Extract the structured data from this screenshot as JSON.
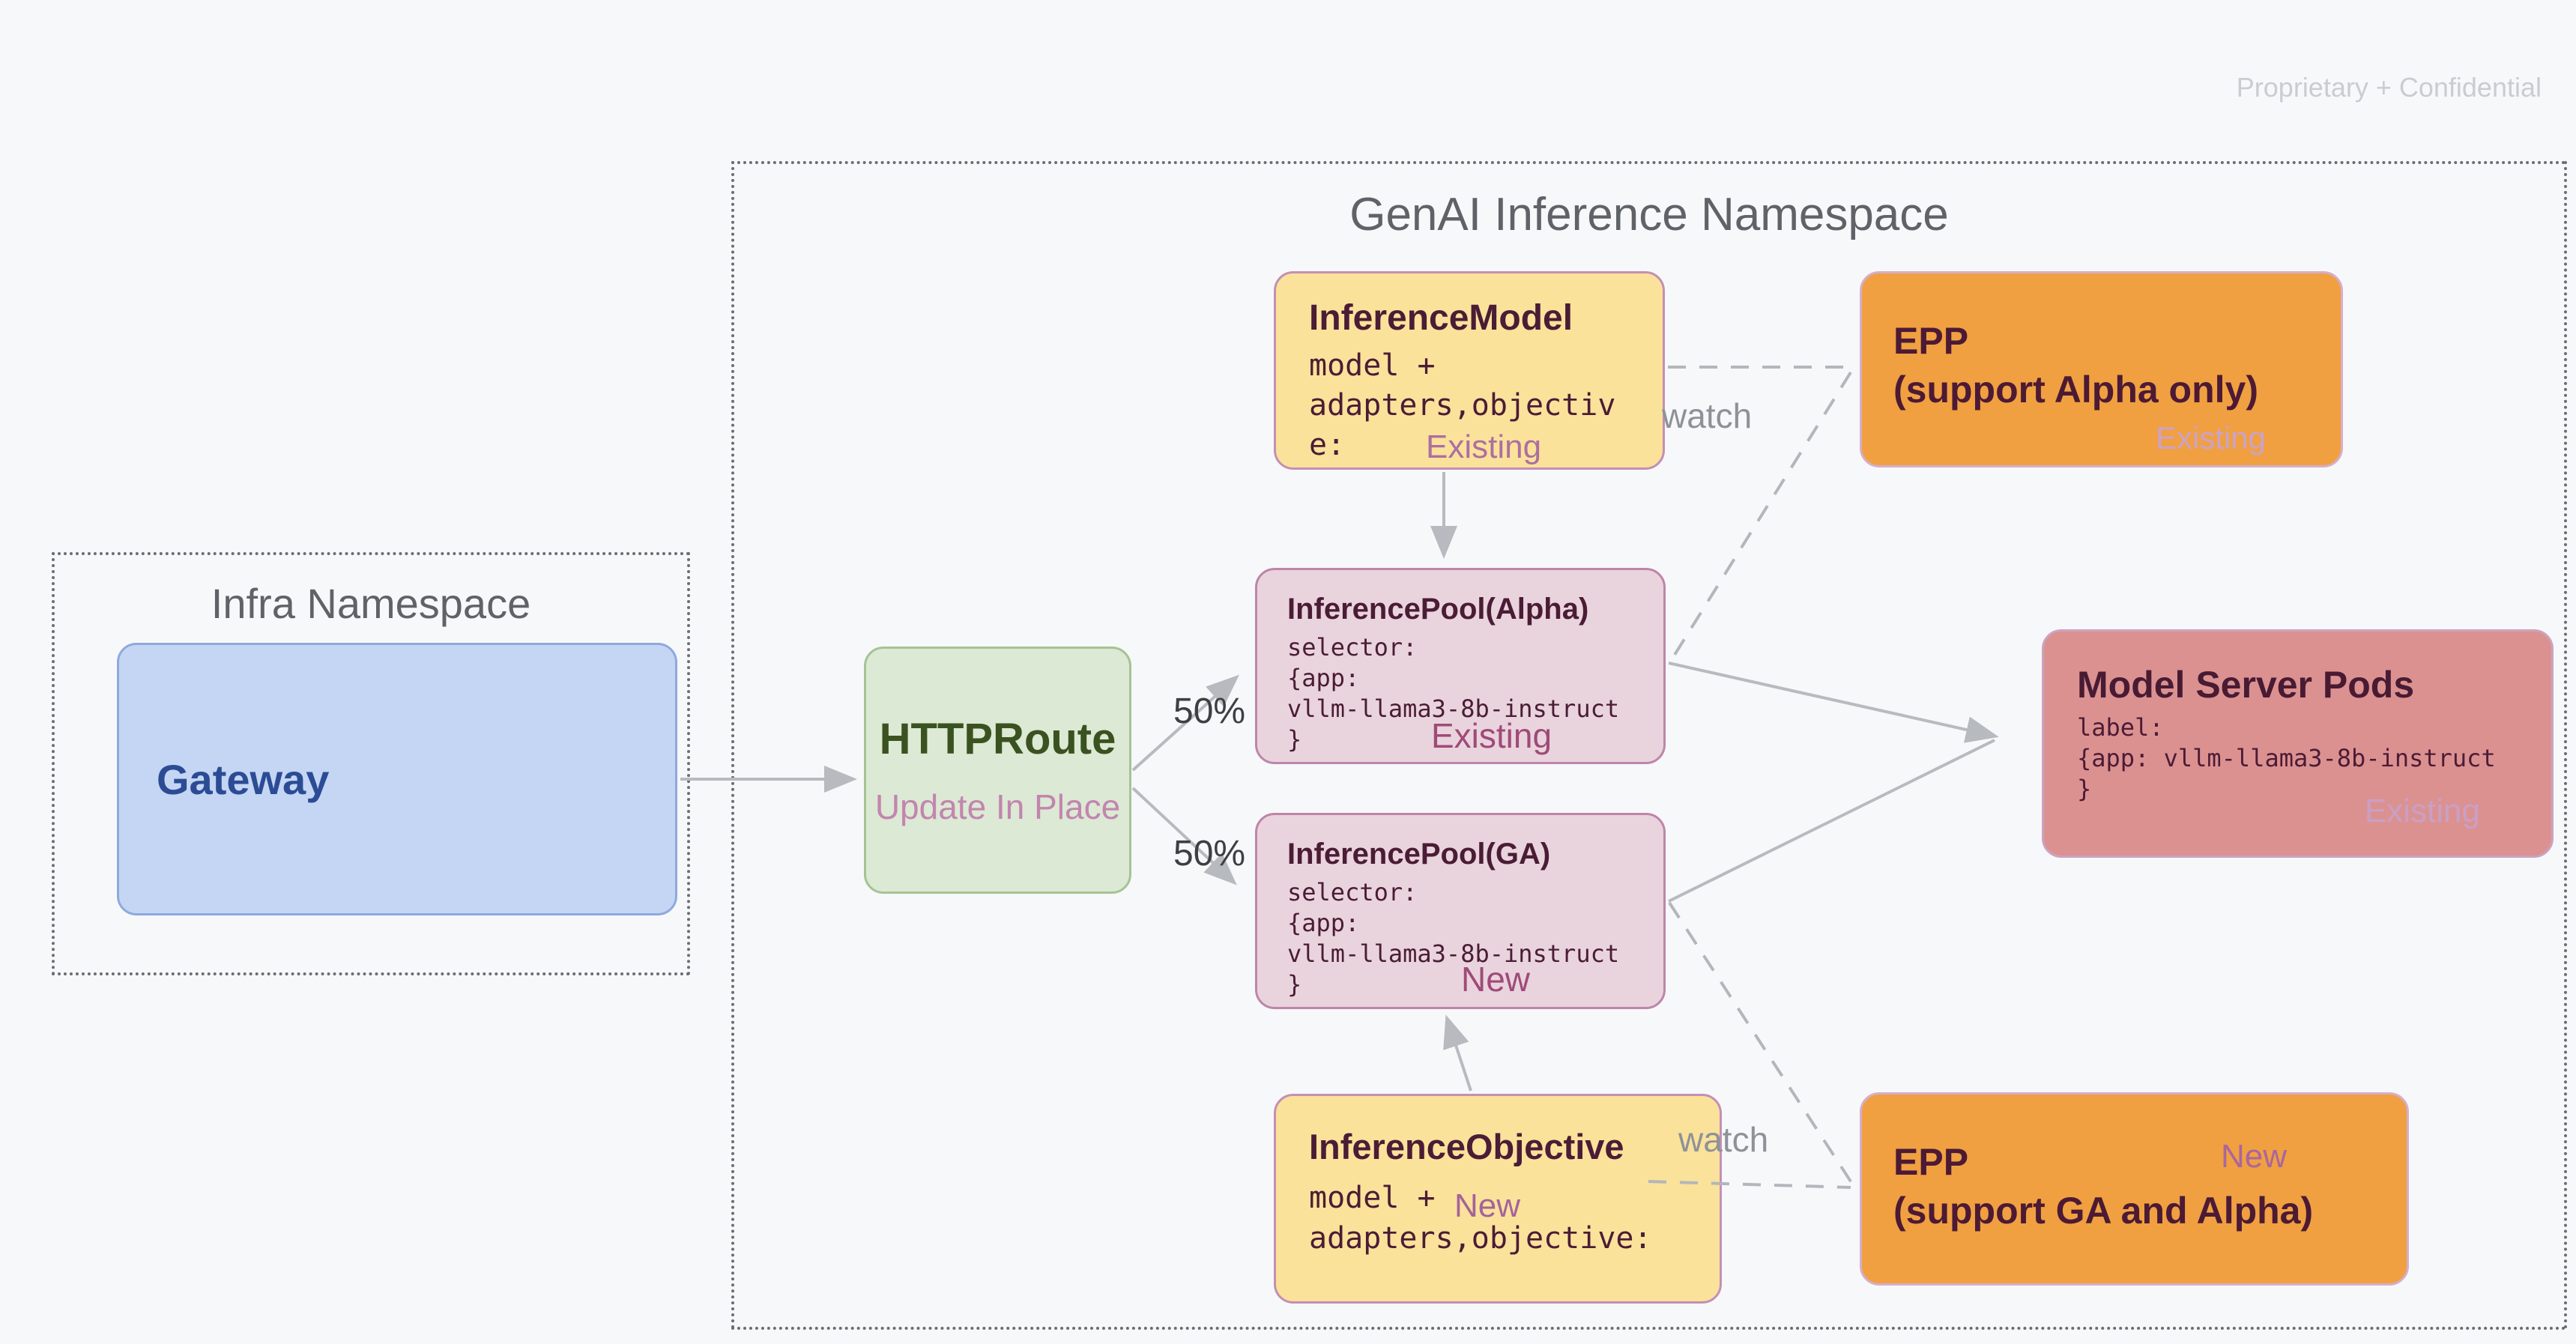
{
  "page": {
    "watermark": "Proprietary + Confidential",
    "background": "#F7F8FA"
  },
  "infra_namespace": {
    "title": "Infra Namespace",
    "gateway": {
      "title": "Gateway"
    }
  },
  "genai_namespace": {
    "title": "GenAI Inference Namespace",
    "httproute": {
      "title": "HTTPRoute",
      "subtitle": "Update In Place"
    },
    "inference_model": {
      "title": "InferenceModel",
      "code": "model +\nadapters,objectiv\ne:",
      "badge": "Existing"
    },
    "epp_alpha": {
      "title": "EPP\n(support Alpha only)",
      "badge": "Existing"
    },
    "inference_pool_alpha": {
      "title": "InferencePool(Alpha)",
      "code": "selector:\n{app:\nvllm-llama3-8b-instruct\n}",
      "badge": "Existing"
    },
    "inference_pool_ga": {
      "title": "InferencePool(GA)",
      "code": "selector:\n{app:\nvllm-llama3-8b-instruct\n}",
      "badge": "New"
    },
    "model_server_pods": {
      "title": "Model Server Pods",
      "code": "label:\n{app: vllm-llama3-8b-instruct\n}",
      "badge": "Existing"
    },
    "inference_objective": {
      "title": "InferenceObjective",
      "code": "model +\nadapters,objective:",
      "badge": "New"
    },
    "epp_ga": {
      "title": "EPP\n(support GA and Alpha)",
      "badge": "New"
    }
  },
  "edge_labels": {
    "split_top": "50%",
    "split_bottom": "50%",
    "watch_top": "watch",
    "watch_bottom": "watch"
  },
  "palette": {
    "background": "#F7F8FA",
    "yellow_node": "#FAE29B",
    "orange_node": "#F0A041",
    "pink_node": "#E9D4DD",
    "salmon_node": "#DC9191",
    "green_node": "#DCE9D4",
    "blue_node": "#C4D6F3",
    "node_border_pink": "#C48FB4",
    "title_maroon": "#4B1C35",
    "gateway_text_blue": "#2B4C95",
    "httproute_text_green": "#3A5220",
    "badge_strong_pink": "#A04A78",
    "badge_mauve": "#AD6F9F",
    "badge_light_mauve": "#CBA2C8",
    "namespace_gray": "#5F6368",
    "edge_gray": "#B7BABE",
    "label_gray": "#8E9297",
    "watermark_gray": "#C9CCD1"
  }
}
